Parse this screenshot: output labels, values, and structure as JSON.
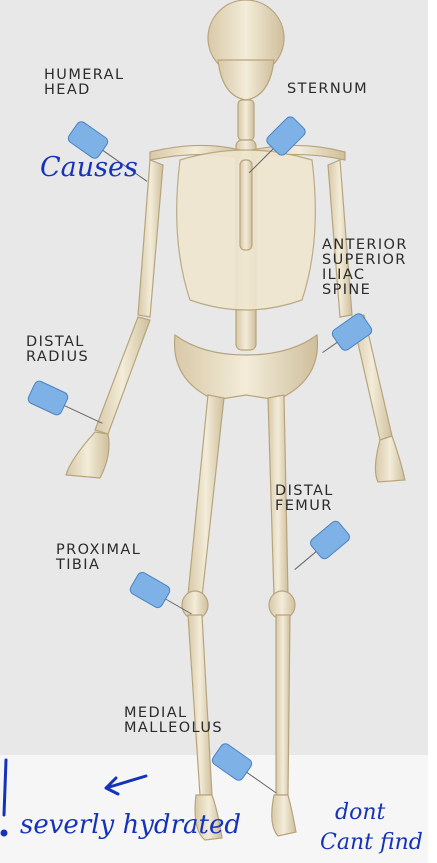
{
  "labels": {
    "humeral_head": [
      "HUMERAL",
      "HEAD"
    ],
    "sternum": [
      "STERNUM"
    ],
    "asis": [
      "ANTERIOR",
      "SUPERIOR",
      "ILIAC",
      "SPINE"
    ],
    "distal_radius": [
      "DISTAL",
      "RADIUS"
    ],
    "distal_femur": [
      "DISTAL",
      "FEMUR"
    ],
    "proximal_tibia": [
      "PROXIMAL",
      "TIBIA"
    ],
    "medial_malleolus": [
      "MEDIAL",
      "MALLEOLUS"
    ]
  },
  "annotations": {
    "causes": "Causes",
    "note_line1": "severly hydrated",
    "note_line2": "dont",
    "note_line3": "Cant find",
    "note_mark": "!"
  },
  "colors": {
    "background": "#e8e8e8",
    "bone": "#ece3cd",
    "bone_shadow": "#c9b995",
    "needle": "#7eb1e6",
    "ink": "#1533b8",
    "label": "#2b2b2b"
  },
  "icons": [
    "intraosseous-needle-icon",
    "skeleton-illustration",
    "arrow-annotation"
  ]
}
